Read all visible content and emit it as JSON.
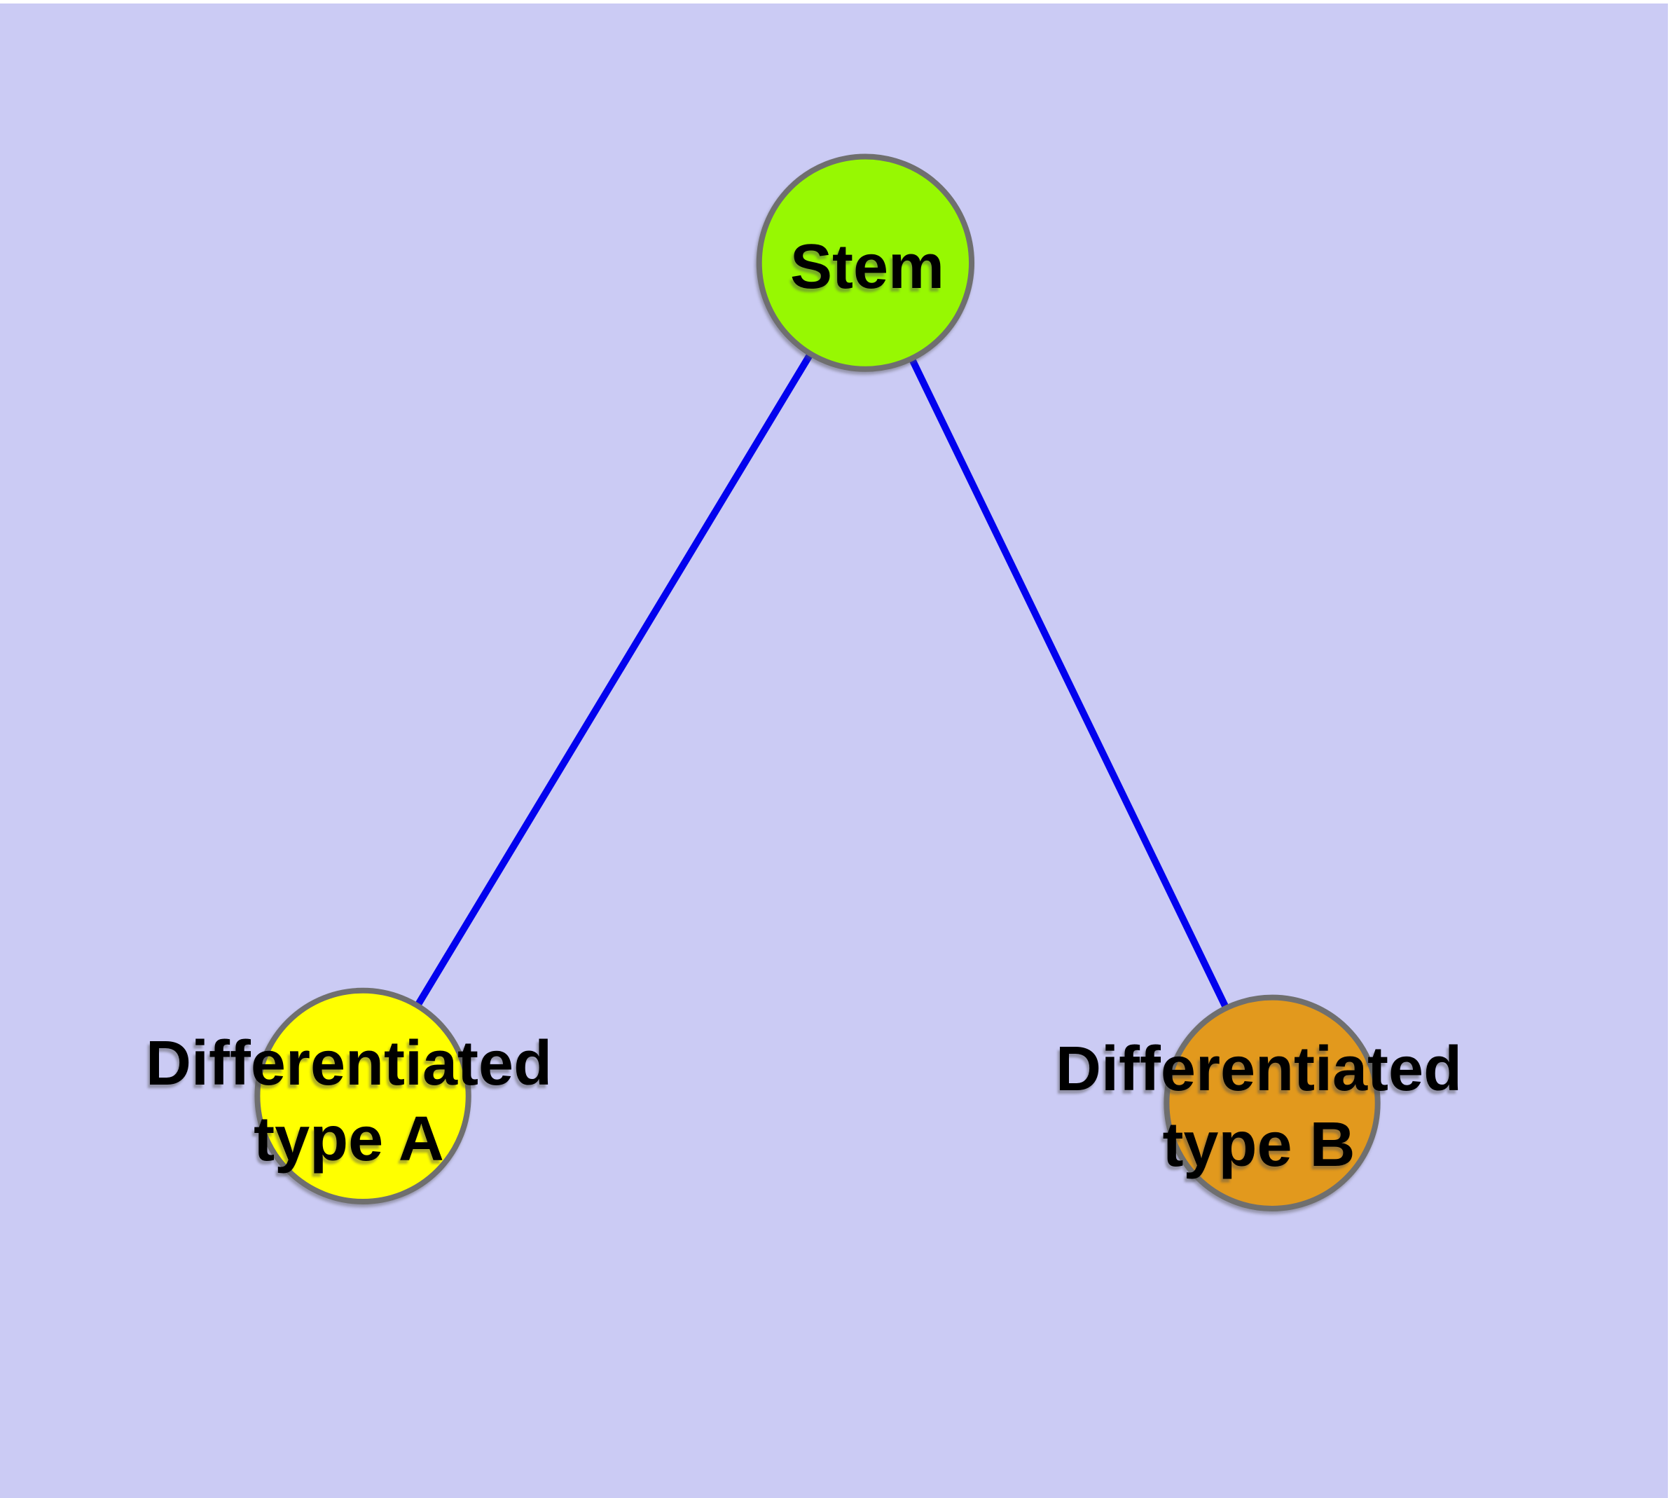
{
  "diagram": {
    "type": "node-link-graph",
    "background_color": "#CBCBF4",
    "page_margin_color": "#FFFFFF",
    "stroke_color": "#6F6F6F",
    "edge_color": "#0202EE",
    "label_color": "#000000",
    "nodes": [
      {
        "id": "stem",
        "label": "Stem",
        "lines": [
          "Stem"
        ],
        "fill": "#97F802"
      },
      {
        "id": "type_a",
        "label": "Differentiated type A",
        "lines": [
          "Differentiated",
          "type A"
        ],
        "fill": "#FFFF00"
      },
      {
        "id": "type_b",
        "label": "Differentiated type B",
        "lines": [
          "Differentiated",
          "type B"
        ],
        "fill": "#E2991D"
      }
    ],
    "edges": [
      {
        "from": "stem",
        "to": "type_a"
      },
      {
        "from": "stem",
        "to": "type_b"
      }
    ]
  }
}
